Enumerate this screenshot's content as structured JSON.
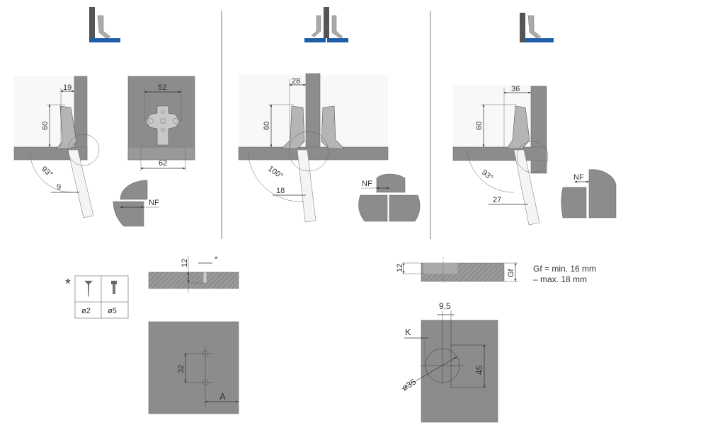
{
  "colors": {
    "panel": "#8c8c8c",
    "accent_blue": "#1e5fa8",
    "dark_gray": "#555555"
  },
  "panels": [
    {
      "name": "full-overlay",
      "dims": {
        "width": "19",
        "height": "60",
        "angle": "93°",
        "offset": "9"
      },
      "plate": {
        "top": "52",
        "bottom": "62"
      },
      "nf": "NF"
    },
    {
      "name": "half-overlay",
      "dims": {
        "width": "28",
        "height": "60",
        "angle": "100°",
        "offset": "18"
      },
      "nf": "NF"
    },
    {
      "name": "inset",
      "dims": {
        "width": "36",
        "height": "60",
        "angle": "93°",
        "offset": "27"
      },
      "nf": "NF"
    }
  ],
  "screws": {
    "marker": "*",
    "sizes": [
      "ø2",
      "ø5"
    ]
  },
  "plate_drilling": {
    "depth": "12",
    "marker": "*",
    "spacing": "32",
    "edge": "A"
  },
  "cup_drilling": {
    "depth": "12",
    "thickness_label": "Gf",
    "note_line1": "Gf = min. 16 mm",
    "note_line2": "– max. 18 mm",
    "offset": "9,5",
    "edge": "K",
    "diameter": "ø35",
    "spacing": "45"
  }
}
